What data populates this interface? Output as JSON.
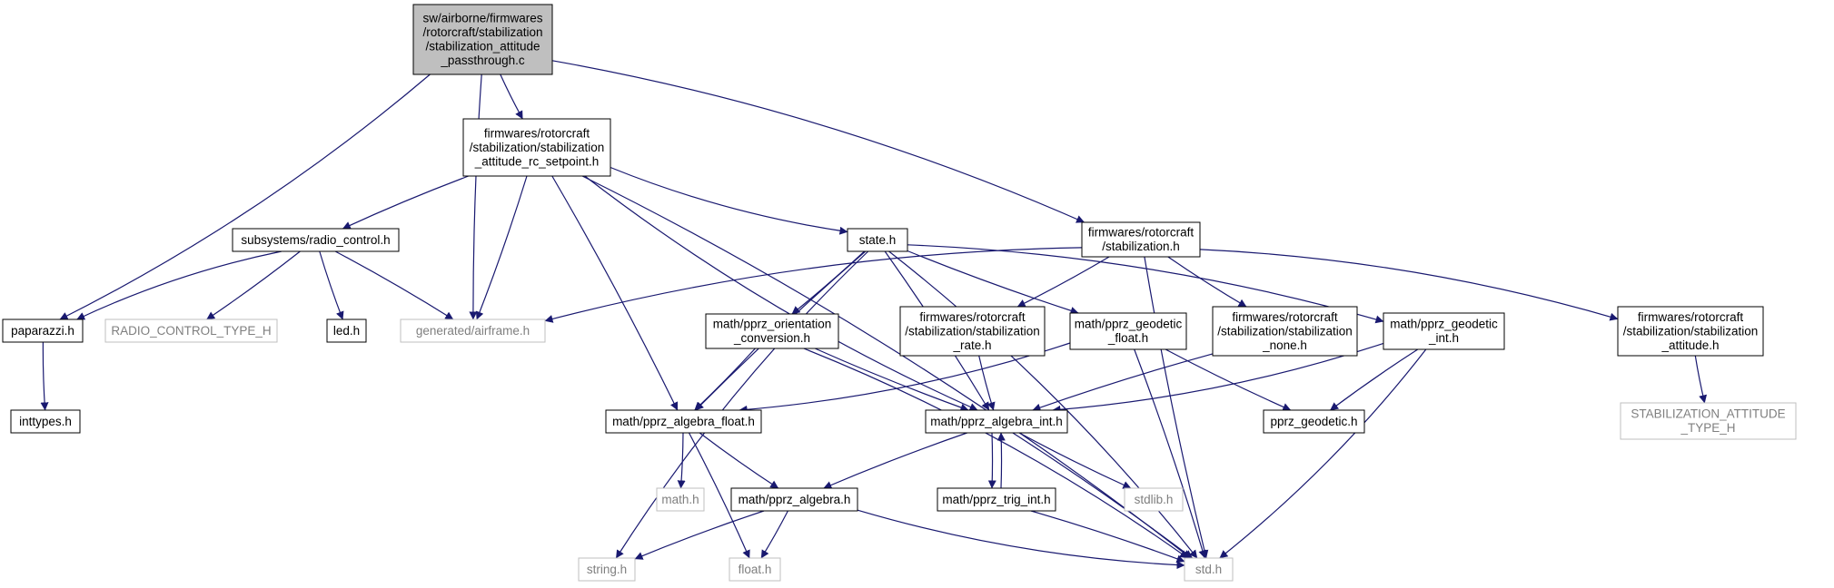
{
  "colors": {
    "edge": "#191970",
    "node_border": "#000000",
    "missing_border": "#bfbfbf",
    "missing_text": "#7f7f7f",
    "root_fill": "#bfbfbf"
  },
  "nodes": [
    {
      "id": "root",
      "lines": [
        "sw/airborne/firmwares",
        "/rotorcraft/stabilization",
        "/stabilization_attitude",
        "_passthrough.c"
      ],
      "style": "root"
    },
    {
      "id": "rc_setpoint",
      "lines": [
        "firmwares/rotorcraft",
        "/stabilization/stabilization",
        "_attitude_rc_setpoint.h"
      ],
      "style": "normal"
    },
    {
      "id": "radio_control",
      "lines": [
        "subsystems/radio_control.h"
      ],
      "style": "normal"
    },
    {
      "id": "state",
      "lines": [
        "state.h"
      ],
      "style": "normal"
    },
    {
      "id": "stabilization",
      "lines": [
        "firmwares/rotorcraft",
        "/stabilization.h"
      ],
      "style": "normal"
    },
    {
      "id": "paparazzi",
      "lines": [
        "paparazzi.h"
      ],
      "style": "normal"
    },
    {
      "id": "radio_type",
      "lines": [
        "RADIO_CONTROL_TYPE_H"
      ],
      "style": "missing"
    },
    {
      "id": "led",
      "lines": [
        "led.h"
      ],
      "style": "normal"
    },
    {
      "id": "airframe",
      "lines": [
        "generated/airframe.h"
      ],
      "style": "missing"
    },
    {
      "id": "orientation",
      "lines": [
        "math/pprz_orientation",
        "_conversion.h"
      ],
      "style": "normal"
    },
    {
      "id": "stab_rate",
      "lines": [
        "firmwares/rotorcraft",
        "/stabilization/stabilization",
        "_rate.h"
      ],
      "style": "normal"
    },
    {
      "id": "geodetic_float",
      "lines": [
        "math/pprz_geodetic",
        "_float.h"
      ],
      "style": "normal"
    },
    {
      "id": "stab_none",
      "lines": [
        "firmwares/rotorcraft",
        "/stabilization/stabilization",
        "_none.h"
      ],
      "style": "normal"
    },
    {
      "id": "geodetic_int",
      "lines": [
        "math/pprz_geodetic",
        "_int.h"
      ],
      "style": "normal"
    },
    {
      "id": "stab_attitude",
      "lines": [
        "firmwares/rotorcraft",
        "/stabilization/stabilization",
        "_attitude.h"
      ],
      "style": "normal"
    },
    {
      "id": "inttypes",
      "lines": [
        "inttypes.h"
      ],
      "style": "normal"
    },
    {
      "id": "algebra_float",
      "lines": [
        "math/pprz_algebra_float.h"
      ],
      "style": "normal"
    },
    {
      "id": "algebra_int",
      "lines": [
        "math/pprz_algebra_int.h"
      ],
      "style": "normal"
    },
    {
      "id": "pprz_geodetic",
      "lines": [
        "pprz_geodetic.h"
      ],
      "style": "normal"
    },
    {
      "id": "stab_att_type",
      "lines": [
        "STABILIZATION_ATTITUDE",
        "_TYPE_H"
      ],
      "style": "missing"
    },
    {
      "id": "math_h",
      "lines": [
        "math.h"
      ],
      "style": "missing"
    },
    {
      "id": "algebra",
      "lines": [
        "math/pprz_algebra.h"
      ],
      "style": "normal"
    },
    {
      "id": "trig_int",
      "lines": [
        "math/pprz_trig_int.h"
      ],
      "style": "normal"
    },
    {
      "id": "stdlib",
      "lines": [
        "stdlib.h"
      ],
      "style": "missing"
    },
    {
      "id": "string",
      "lines": [
        "string.h"
      ],
      "style": "missing"
    },
    {
      "id": "float_h",
      "lines": [
        "float.h"
      ],
      "style": "missing"
    },
    {
      "id": "std_h",
      "lines": [
        "std.h"
      ],
      "style": "missing"
    }
  ],
  "edges": [
    [
      "root",
      "rc_setpoint"
    ],
    [
      "root",
      "paparazzi"
    ],
    [
      "root",
      "airframe"
    ],
    [
      "root",
      "stabilization"
    ],
    [
      "rc_setpoint",
      "radio_control"
    ],
    [
      "rc_setpoint",
      "airframe"
    ],
    [
      "rc_setpoint",
      "state"
    ],
    [
      "rc_setpoint",
      "algebra_float"
    ],
    [
      "rc_setpoint",
      "algebra_int"
    ],
    [
      "rc_setpoint",
      "std_h"
    ],
    [
      "radio_control",
      "paparazzi"
    ],
    [
      "radio_control",
      "radio_type"
    ],
    [
      "radio_control",
      "led"
    ],
    [
      "radio_control",
      "airframe"
    ],
    [
      "paparazzi",
      "inttypes"
    ],
    [
      "state",
      "orientation"
    ],
    [
      "state",
      "algebra_float"
    ],
    [
      "state",
      "algebra_int"
    ],
    [
      "state",
      "geodetic_float"
    ],
    [
      "state",
      "geodetic_int"
    ],
    [
      "state",
      "string"
    ],
    [
      "state",
      "std_h"
    ],
    [
      "stabilization",
      "airframe"
    ],
    [
      "stabilization",
      "stab_rate"
    ],
    [
      "stabilization",
      "stab_none"
    ],
    [
      "stabilization",
      "stab_attitude"
    ],
    [
      "stabilization",
      "std_h"
    ],
    [
      "orientation",
      "algebra_float"
    ],
    [
      "orientation",
      "algebra_int"
    ],
    [
      "orientation",
      "std_h"
    ],
    [
      "stab_rate",
      "algebra_int"
    ],
    [
      "geodetic_float",
      "algebra_float"
    ],
    [
      "geodetic_float",
      "pprz_geodetic"
    ],
    [
      "geodetic_float",
      "std_h"
    ],
    [
      "stab_none",
      "algebra_int"
    ],
    [
      "geodetic_int",
      "algebra_int"
    ],
    [
      "geodetic_int",
      "pprz_geodetic"
    ],
    [
      "geodetic_int",
      "std_h"
    ],
    [
      "stab_attitude",
      "stab_att_type"
    ],
    [
      "algebra_float",
      "math_h"
    ],
    [
      "algebra_float",
      "algebra"
    ],
    [
      "algebra_float",
      "float_h"
    ],
    [
      "algebra_int",
      "algebra"
    ],
    [
      "algebra_int",
      "trig_int"
    ],
    [
      "algebra_int",
      "stdlib"
    ],
    [
      "algebra_int",
      "std_h"
    ],
    [
      "trig_int",
      "algebra_int"
    ],
    [
      "trig_int",
      "std_h"
    ],
    [
      "algebra",
      "string"
    ],
    [
      "algebra",
      "float_h"
    ],
    [
      "algebra",
      "std_h"
    ]
  ]
}
